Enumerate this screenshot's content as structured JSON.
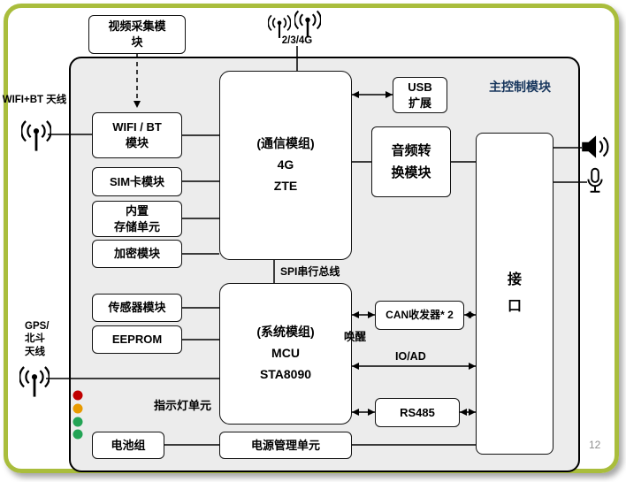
{
  "page": {
    "number": "12"
  },
  "colors": {
    "frame": "#a9bd3c",
    "panel_bg": "#ececec",
    "title": "#17365d",
    "led_red": "#c00000",
    "led_orange": "#e89a00",
    "led_green": "#23a455",
    "port_dot": "#17365d"
  },
  "labels": {
    "main_title": "主控制模块",
    "video_module": "视频采集模\n块",
    "antenna_2g3g4g": "2/3/4G",
    "wifi_bt_antenna": "WIFI+BT 天线",
    "gps_antenna": "GPS/\n北斗\n天线",
    "spi_bus": "SPI串行总线",
    "wake": "唤醒",
    "io_ad": "IO/AD",
    "indicator_unit": "指示灯单元"
  },
  "modules": {
    "wifi_bt": "WIFI / BT\n模块",
    "sim": "SIM卡模块",
    "storage": "内置\n存储单元",
    "encrypt": "加密模块",
    "sensor": "传感器模块",
    "eeprom": "EEPROM",
    "battery": "电池组",
    "comm": "(通信模组)\n4G\nZTE",
    "mcu": "(系统模组)\nMCU\nSTA8090",
    "usb": "USB\n扩展",
    "audio": "音频转\n换模块",
    "interface": "接\n口",
    "can": "CAN收发器* 2",
    "rs485": "RS485",
    "power": "电源管理单元"
  }
}
